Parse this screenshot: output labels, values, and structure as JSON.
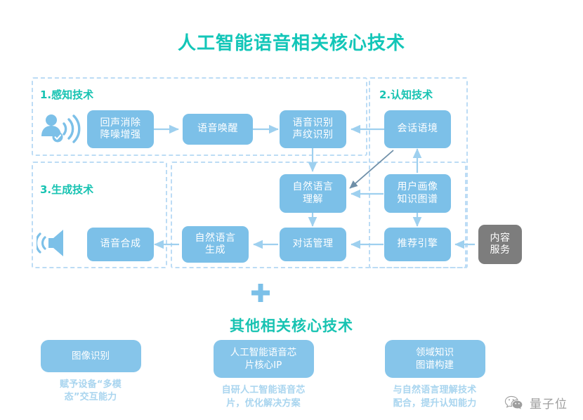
{
  "title": "人工智能语音相关核心技术",
  "groups": [
    {
      "id": "perception",
      "label": "1.感知技术"
    },
    {
      "id": "cognition",
      "label": "2.认知技术"
    },
    {
      "id": "generation",
      "label": "3.生成技术"
    },
    {
      "id": "core",
      "label": ""
    }
  ],
  "nodes": {
    "echo": "回声消除\n降噪增强",
    "wake": "语音唤醒",
    "asr": "语音识别\n声纹识别",
    "context": "会话语境",
    "nlu": "自然语言\n理解",
    "profile": "用户画像\n知识图谱",
    "tts": "语音合成",
    "nlg": "自然语言\n生成",
    "dialog": "对话管理",
    "recommend": "推荐引擎",
    "content": "内容\n服务"
  },
  "icons": {
    "perception": "person-voice-icon",
    "generation": "speaker-icon",
    "divider": "plus-icon",
    "watermark": "wechat-icon"
  },
  "divider": {
    "subtitle": "其他相关核心技术"
  },
  "bottom_cards": [
    {
      "title": "图像识别",
      "caption": "赋予设备“多模\n态”交互能力"
    },
    {
      "title": "人工智能语音芯\n片核心IP",
      "caption": "自研人工智能语音芯\n片，优化解决方案"
    },
    {
      "title": "领域知识\n图谱构建",
      "caption": "与自然语言理解技术\n配合，提升认知能力"
    }
  ],
  "watermark": {
    "text": "量子位"
  },
  "colors": {
    "title_teal": "#13c6b8",
    "node_blue": "#7cc0e8",
    "node_gray": "#7d7d7d",
    "dashed_border": "#bcdcf5",
    "arrow_blue": "#9ed0ef",
    "arrow_gray": "#6f8fa8",
    "caption_blue": "#a9d5ef",
    "icon_blue": "#7cc0e8"
  }
}
